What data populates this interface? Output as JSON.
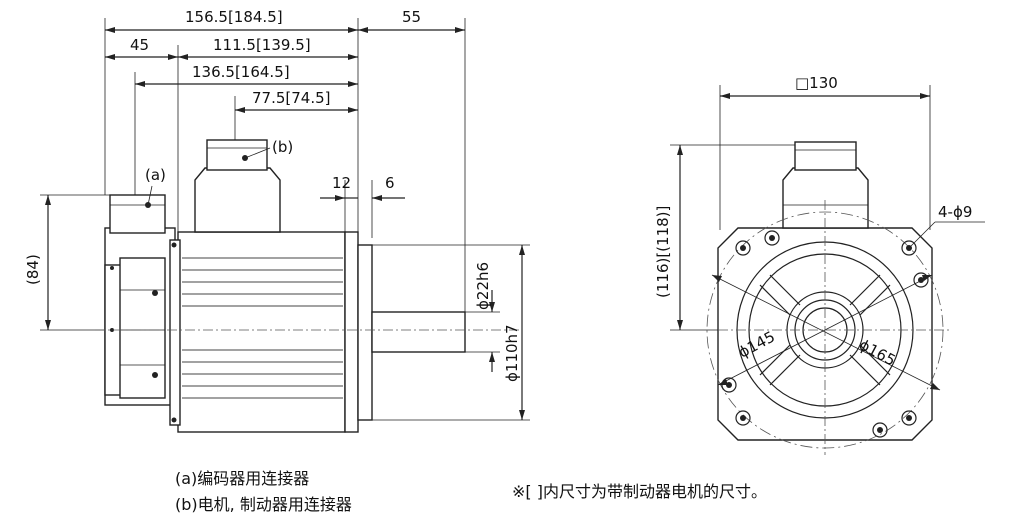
{
  "dimensions": {
    "overall_length": "156.5[184.5]",
    "shaft_length": "55",
    "encoder_offset": "45",
    "body_length": "111.5[139.5]",
    "flange_to_encoder": "136.5[164.5]",
    "connector_offset": "77.5[74.5]",
    "flange_thickness": "12",
    "spigot_depth": "6",
    "center_height": "(84)",
    "shaft_diameter": "ϕ22h6",
    "spigot_diameter": "ϕ110h7",
    "flange_square": "□130",
    "height_range": "(116)[(118)]",
    "mounting_holes": "4-ϕ9",
    "bolt_circle": "ϕ145",
    "outer_circle": "ϕ165"
  },
  "labels": {
    "encoder_marker": "(a)",
    "power_marker": "(b)"
  },
  "notes": {
    "legend_a": "(a)编码器用连接器",
    "legend_b": "(b)电机, 制动器用连接器",
    "bracket_note": "※[ ]内尺寸为带制动器电机的尺寸。"
  }
}
